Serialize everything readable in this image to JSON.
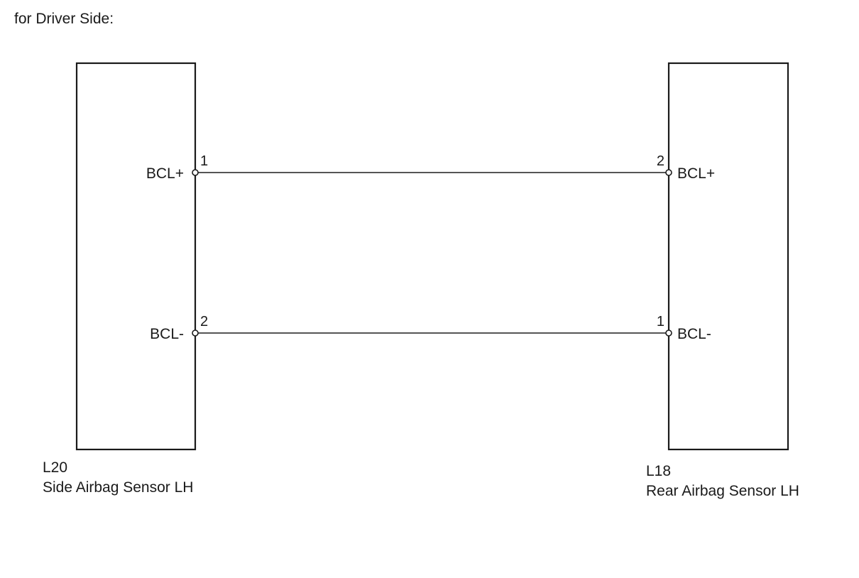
{
  "heading": "for Driver Side:",
  "components": {
    "left": {
      "code": "L20",
      "name": "Side Airbag Sensor LH",
      "terminals": [
        {
          "signal": "BCL+",
          "pin": "1"
        },
        {
          "signal": "BCL-",
          "pin": "2"
        }
      ]
    },
    "right": {
      "code": "L18",
      "name": "Rear Airbag Sensor LH",
      "terminals": [
        {
          "signal": "BCL+",
          "pin": "2"
        },
        {
          "signal": "BCL-",
          "pin": "1"
        }
      ]
    }
  },
  "colors": {
    "line": "#1a1a1a",
    "wire": "#555555"
  }
}
